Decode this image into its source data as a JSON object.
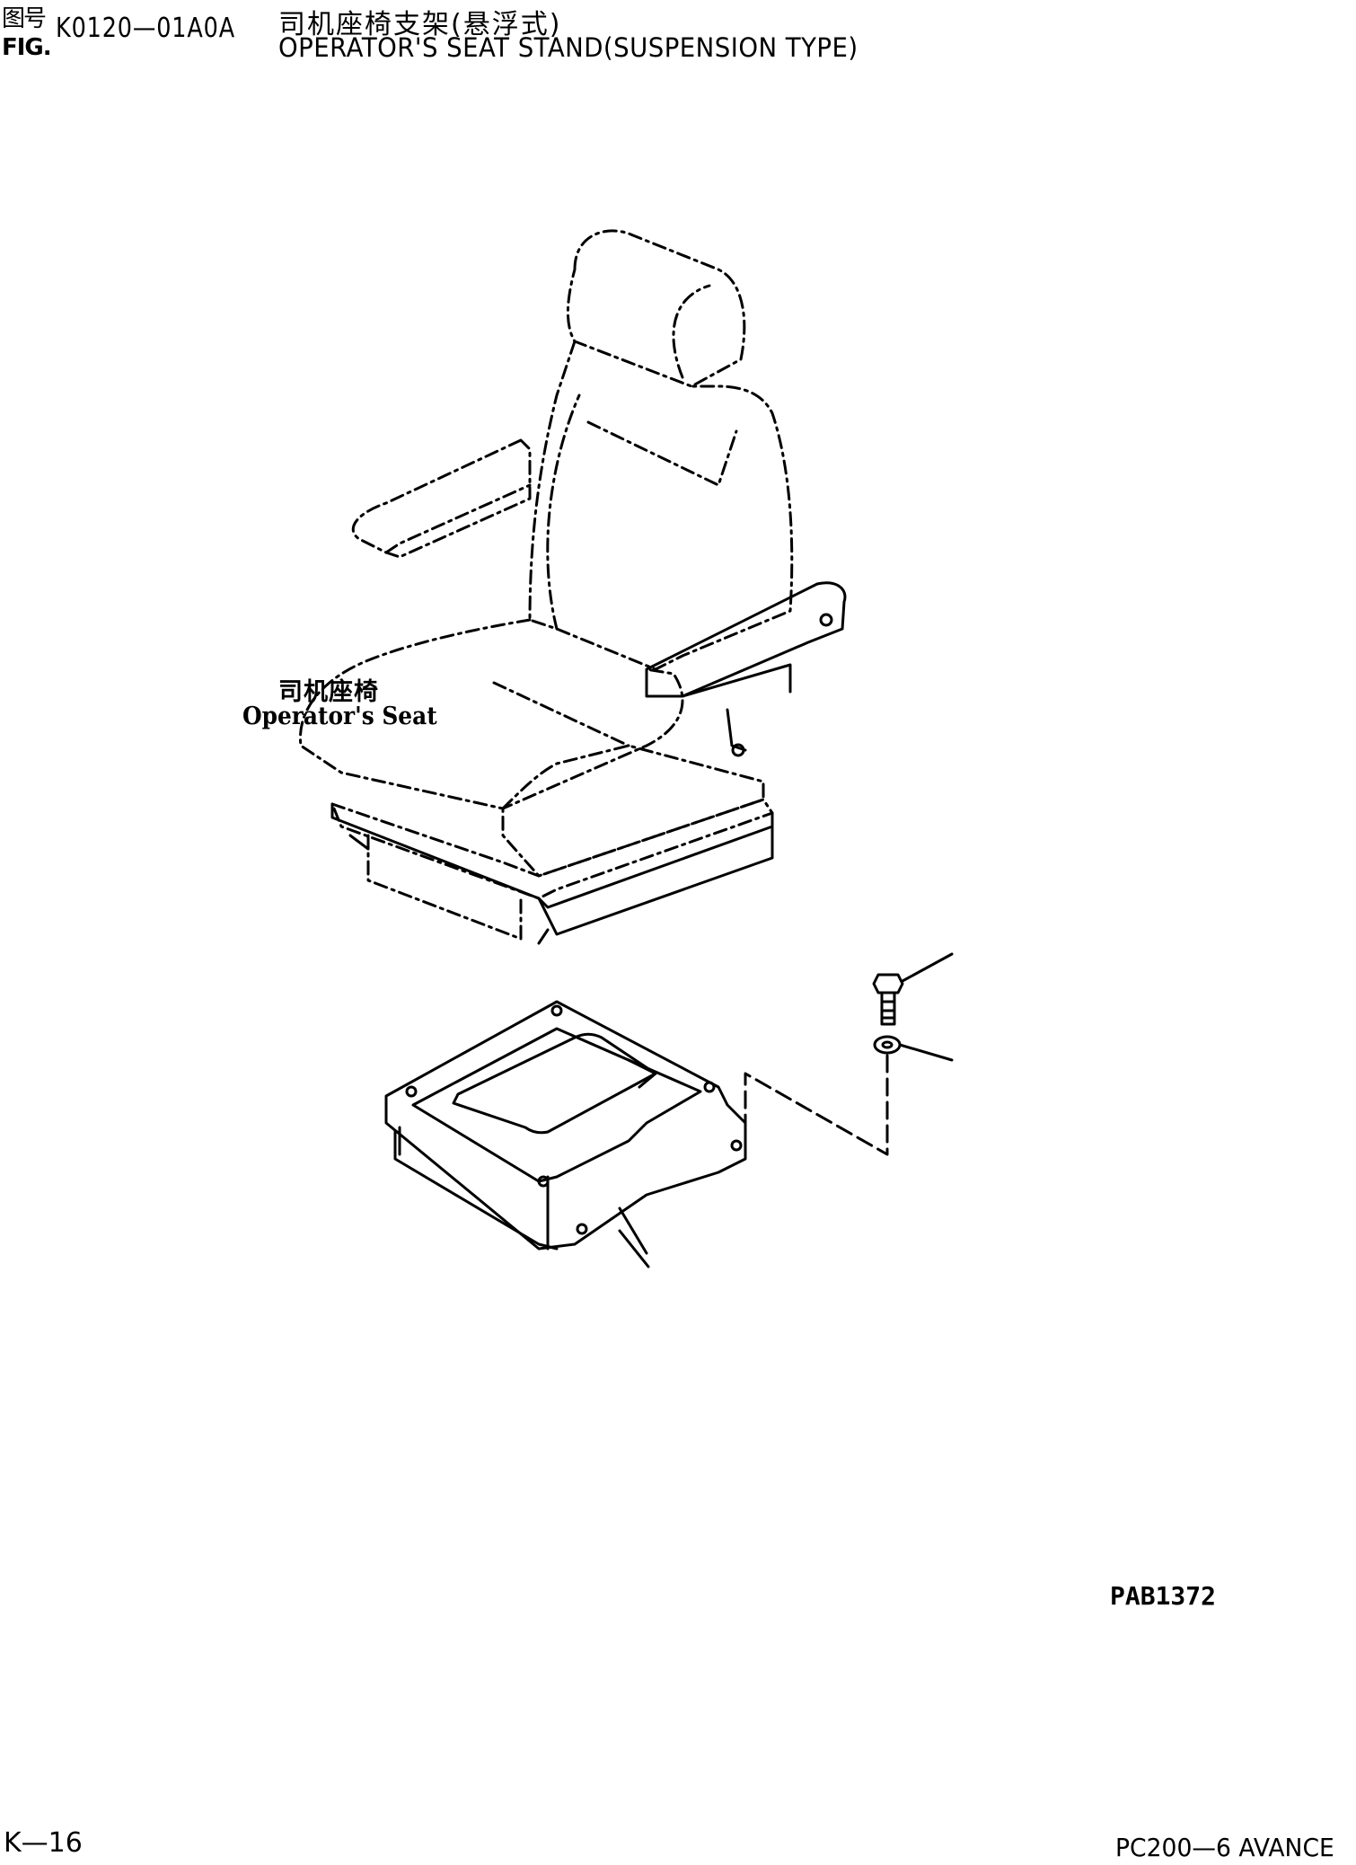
{
  "header": {
    "fig_label_cn": "图号",
    "fig_label_en": "FIG.",
    "fig_number": "K0120—01A0A",
    "title_cn": "司机座椅支架(悬浮式)",
    "title_en": "OPERATOR'S SEAT STAND(SUSPENSION TYPE)"
  },
  "labels": {
    "seat_cn": "司机座椅",
    "seat_en": "Operator's Seat"
  },
  "footer": {
    "reference_code": "PAB1372",
    "page_number": "K—16",
    "model": "PC200—6 AVANCE"
  }
}
